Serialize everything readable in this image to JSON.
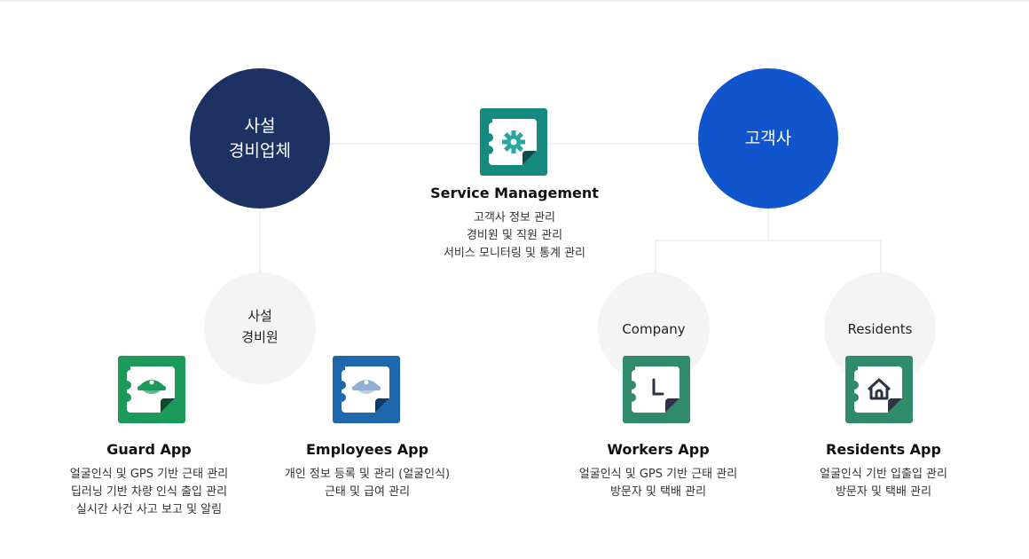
{
  "top": {
    "provider": "사설\n경비업체",
    "client": "고객사"
  },
  "service": {
    "title": "Service Management",
    "lines": [
      "고객사 정보 관리",
      "경비원 및 직원 관리",
      "서비스 모니터링 및 통계 관리"
    ],
    "icon": "gear-icon",
    "color": "#178a7f"
  },
  "groups": {
    "guard": "사설\n경비원",
    "company": "Company",
    "residents": "Residents"
  },
  "apps": [
    {
      "title": "Guard App",
      "icon": "guard-cap-icon",
      "color": "#1b9a5a",
      "lines": [
        "얼굴인식 및 GPS 기반 근태 관리",
        "딥러닝 기반 차량 인식 출입 관리",
        "실시간 사건 사고 보고 및 알림"
      ]
    },
    {
      "title": "Employees App",
      "icon": "employee-cap-icon",
      "color": "#1f67ad",
      "lines": [
        "개인 정보 등록 및 관리 (얼굴인식)",
        "근태 및 급여 관리"
      ]
    },
    {
      "title": "Workers App",
      "icon": "clock-icon",
      "color": "#2f8b6a",
      "lines": [
        "얼굴인식 및 GPS 기반 근태 관리",
        "방문자 및 택배 관리"
      ]
    },
    {
      "title": "Residents App",
      "icon": "home-icon",
      "color": "#2f8b6a",
      "lines": [
        "얼굴인식 기반 입출입 관리",
        "방문자 및 택배 관리"
      ]
    }
  ]
}
